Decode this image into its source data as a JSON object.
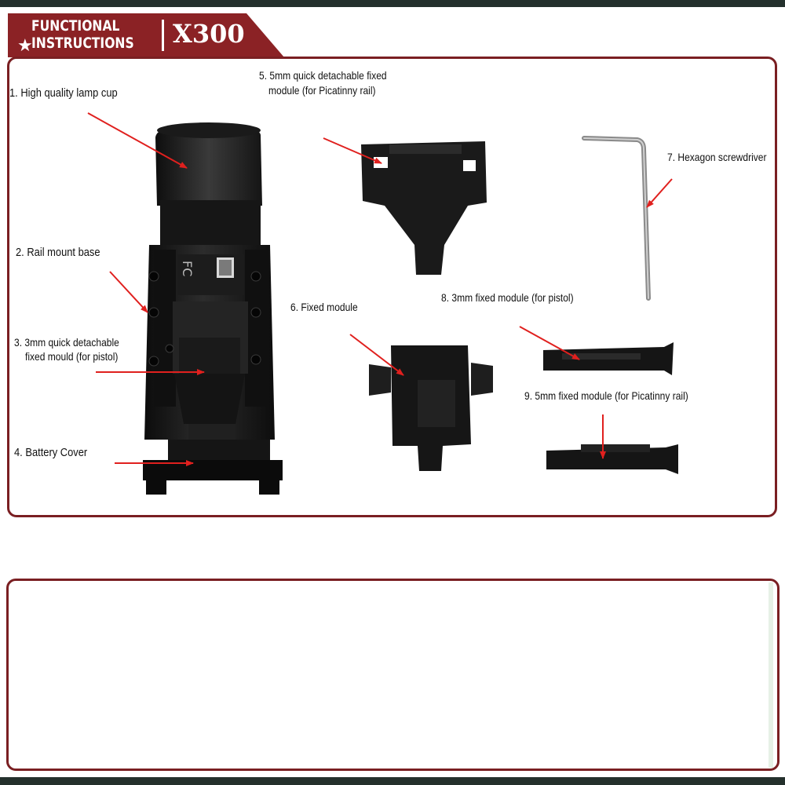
{
  "banner": {
    "line1": "FUNCTIONAL",
    "line2": "INSTRUCTIONS",
    "model": "X300",
    "icon": "star-icon",
    "color": "#8b2225"
  },
  "frame_color": "#7a1f22",
  "labels": {
    "lamp_cup": "1. High quality lamp cup",
    "rail_mount": "2. Rail mount base",
    "mould_line1": "3. 3mm quick detachable",
    "mould_line2": "fixed mould (for pistol)",
    "battery_cover": "4. Battery Cover",
    "module5_line1": "5. 5mm quick detachable fixed",
    "module5_line2": "module (for Picatinny rail)",
    "fixed_module": "6. Fixed module",
    "hex_screwdriver": "7. Hexagon screwdriver",
    "module8": "8. 3mm fixed module (for pistol)",
    "module9": "9. 5mm fixed module (for Picatinny rail)"
  },
  "arrow_color": "#e0201e"
}
